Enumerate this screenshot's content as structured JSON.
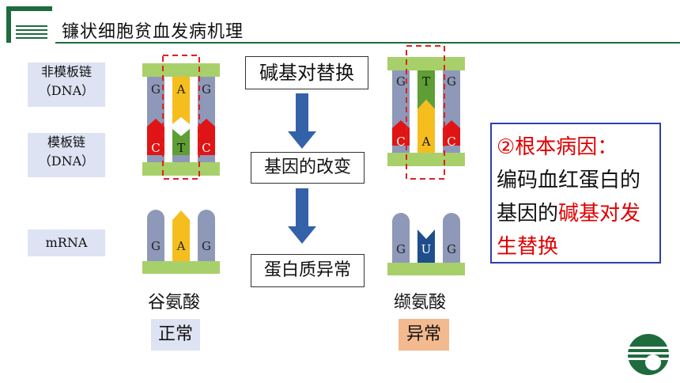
{
  "header": {
    "title": "镰状细胞贫血发病机理"
  },
  "labels": {
    "non_template": "非模板链",
    "template": "模板链",
    "dna": "（DNA）",
    "mrna": "mRNA"
  },
  "normal": {
    "top_bases": [
      "G",
      "A",
      "G"
    ],
    "bottom_bases": [
      "C",
      "T",
      "C"
    ],
    "mrna_bases": [
      "G",
      "A",
      "G"
    ],
    "amino_acid": "谷氨酸",
    "status": "正常"
  },
  "mutant": {
    "top_bases": [
      "G",
      "T",
      "G"
    ],
    "bottom_bases": [
      "C",
      "A",
      "C"
    ],
    "mrna_bases": [
      "G",
      "U",
      "G"
    ],
    "amino_acid": "缬氨酸",
    "status": "异常"
  },
  "process": {
    "step1": "碱基对替换",
    "step2": "基因的改变",
    "step3": "蛋白质异常"
  },
  "callout": {
    "line1": "②根本病因：",
    "line2": "编码血红蛋白的",
    "line3_black": "基因的",
    "line3_red": "碱基对发",
    "line4": "生替换"
  },
  "colors": {
    "green_bar": "#a8d06a",
    "blue_grey": "#8e98b8",
    "red": "#e01414",
    "yellow": "#f5be1e",
    "green_base": "#5e9e34",
    "navy": "#1f4e8c",
    "arrow": "#3462a8",
    "dash": "#e02020",
    "status_normal": "#dde3f2",
    "status_abnormal": "#f3b98f"
  }
}
